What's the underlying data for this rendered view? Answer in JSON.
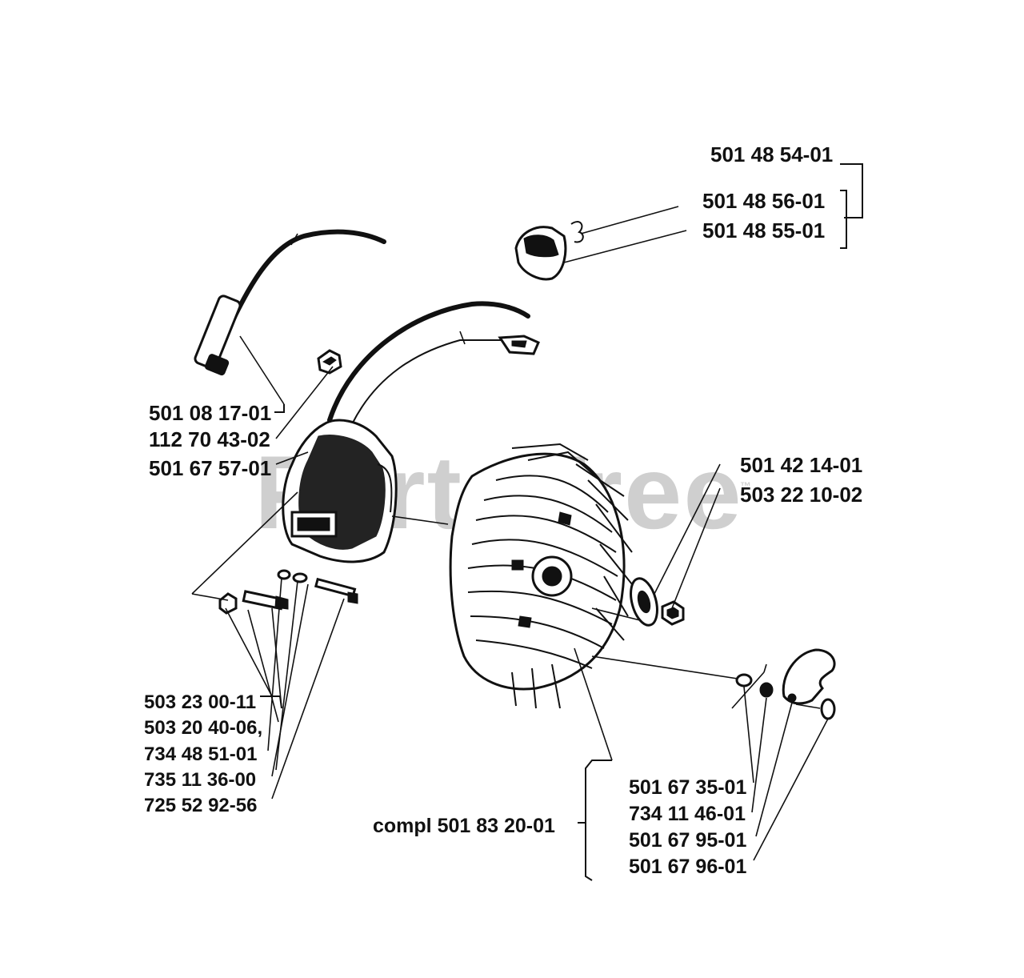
{
  "watermark": "PartsTree",
  "watermark_mark": "™",
  "labels": {
    "p_501485401": "501 48 54-01",
    "p_501485601": "501 48 56-01",
    "p_501485501": "501 48 55-01",
    "p_501081701": "501 08 17-01",
    "p_112704302": "112 70 43-02",
    "p_501675701": "501 67 57-01",
    "p_501421401": "501 42 14-01",
    "p_503221002": "503 22 10-02",
    "p_503230011": "503 23 00-11",
    "p_503204006": "503 20 40-06,",
    "p_734485101": "734 48 51-01",
    "p_735113600": "735 11 36-00",
    "p_725529256": "725 52 92-56",
    "p_compl": "compl 501 83 20-01",
    "p_501673501": "501 67 35-01",
    "p_734114601": "734 11 46-01",
    "p_501679501": "501 67 95-01",
    "p_501679601": "501 67 96-01"
  }
}
